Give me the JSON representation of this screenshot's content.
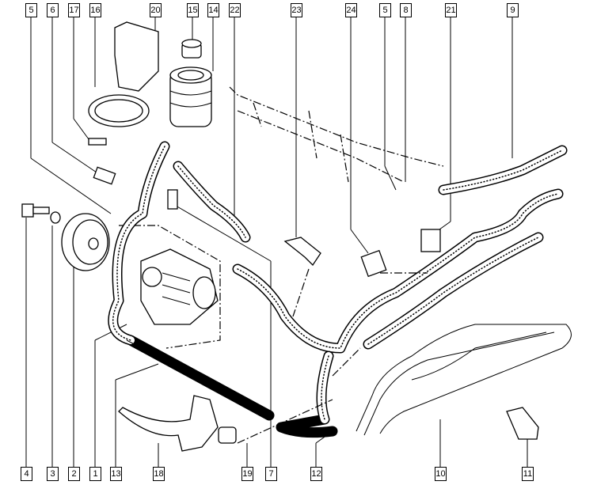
{
  "diagram": {
    "title": "Power steering hydraulic circuit exploded view",
    "top_labels": [
      "5",
      "6",
      "17",
      "16",
      "20",
      "15",
      "14",
      "22",
      "23",
      "24",
      "5",
      "8",
      "21",
      "9"
    ],
    "bottom_labels": [
      "4",
      "3",
      "2",
      "1",
      "13",
      "18",
      "19",
      "7",
      "12",
      "10",
      "11"
    ]
  }
}
